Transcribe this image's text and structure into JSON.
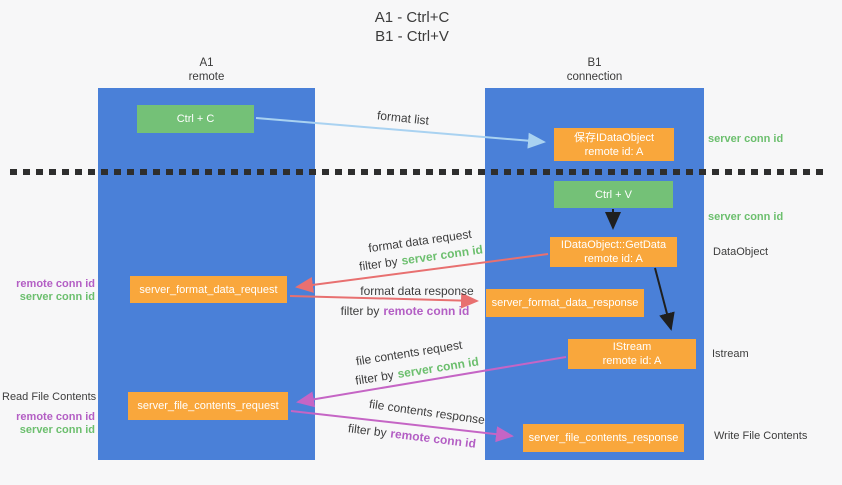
{
  "title": {
    "line1": "A1 - Ctrl+C",
    "line2": "B1 - Ctrl+V"
  },
  "lanes": {
    "left": {
      "name": "A1",
      "role": "remote"
    },
    "right": {
      "name": "B1",
      "role": "connection"
    }
  },
  "nodes": {
    "ctrl_c": {
      "label": "Ctrl + C"
    },
    "save_idataobject": {
      "line1": "保存IDataObject",
      "line2": "remote id: A"
    },
    "ctrl_v": {
      "label": "Ctrl + V"
    },
    "getdata": {
      "line1": "IDataObject::GetData",
      "line2": "remote id: A"
    },
    "format_request": {
      "label": "server_format_data_request"
    },
    "format_response": {
      "label": "server_format_data_response"
    },
    "istream": {
      "line1": "IStream",
      "line2": "remote id: A"
    },
    "file_request": {
      "label": "server_file_contents_request"
    },
    "file_response": {
      "label": "server_file_contents_response"
    }
  },
  "flow_labels": {
    "format_list": "format list",
    "format_data_request": "format data request",
    "format_data_response": "format data response",
    "file_contents_request": "file contents request",
    "file_contents_response": "file contents response",
    "filter_prefix": "filter by",
    "server_conn_id": "server conn id",
    "remote_conn_id": "remote conn id"
  },
  "side_labels": {
    "left_remote_conn_1": "remote conn id",
    "left_server_conn_1": "server conn id",
    "read_file_contents": "Read File Contents",
    "left_remote_conn_2": "remote conn id",
    "left_server_conn_2": "server conn id",
    "right_server_conn_1": "server conn id",
    "right_server_conn_2": "server conn id",
    "dataobject": "DataObject",
    "istream": "Istream",
    "write_file_contents": "Write File Contents"
  },
  "colors": {
    "lane_blue": "#4a80d8",
    "node_green": "#74c177",
    "node_orange": "#f9a73c",
    "conn_id_green": "#6cbf6e",
    "conn_id_purple": "#b35ec4",
    "arrow_light_blue": "#a9d2f1",
    "arrow_salmon": "#e87070",
    "arrow_magenta": "#c565c5",
    "arrow_black": "#1f1f1f",
    "separator_dark": "#2e2e2e",
    "background": "#f7f7f8",
    "text_dark": "#3d3d3d"
  }
}
